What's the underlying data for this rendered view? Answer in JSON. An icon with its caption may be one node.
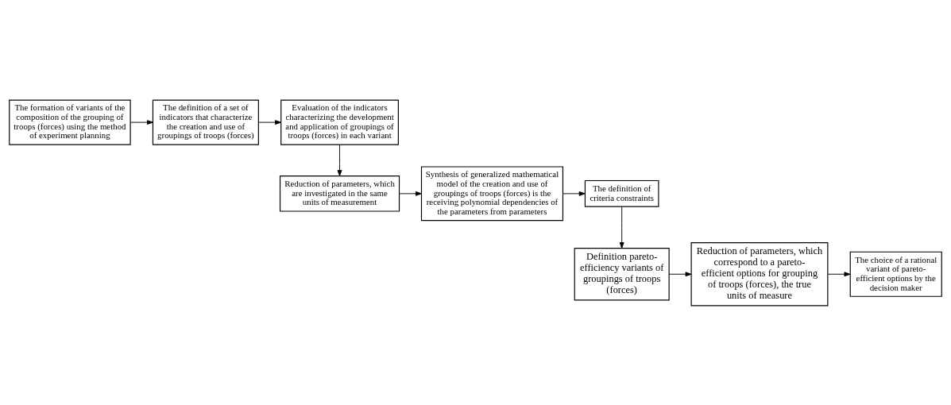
{
  "diagram": {
    "nodes": [
      {
        "text": [
          "The formation of variants of the composition of the grouping of troops (forces) using the method of experiment planning"
        ]
      },
      {
        "text": [
          "The definition of a set of indicators that characterize the creation and use of groupings of troops (forces)"
        ]
      },
      {
        "text": [
          "Evaluation of the indicators characterizing the development and application of groupings of troops (forces) in each variant"
        ]
      },
      {
        "text": [
          "Reduction of parameters, which are investigated in the same units of measurement"
        ]
      },
      {
        "text": [
          "Synthesis of generalized mathematical model of the creation and use of groupings of troops (forces) is the receiving polynomial dependencies of the parameters from parameters"
        ]
      },
      {
        "text": [
          "The definition of criteria constraints"
        ]
      },
      {
        "text": [
          "Definition pareto-efficiency variants of groupings of troops (forces)"
        ]
      },
      {
        "text": [
          "Reduction of parameters, which correspond to a pareto-efficient options for grouping of troops (forces), the true units of measure"
        ]
      },
      {
        "text": [
          "The choice of a rational variant of pareto-efficient options by the decision maker"
        ]
      }
    ],
    "edges": [
      {
        "from": 0,
        "to": 1,
        "arrow": "to"
      },
      {
        "from": 1,
        "to": 2,
        "arrow": "to"
      },
      {
        "from": 2,
        "to": 3,
        "arrow": "to"
      },
      {
        "from": 3,
        "to": 4,
        "arrow": "to"
      },
      {
        "from": 4,
        "to": 5,
        "arrow": "to"
      },
      {
        "from": 5,
        "to": 6,
        "arrow": "to"
      },
      {
        "from": 6,
        "to": 7,
        "arrow": "to"
      },
      {
        "from": 7,
        "to": 8,
        "arrow": "to"
      }
    ]
  }
}
